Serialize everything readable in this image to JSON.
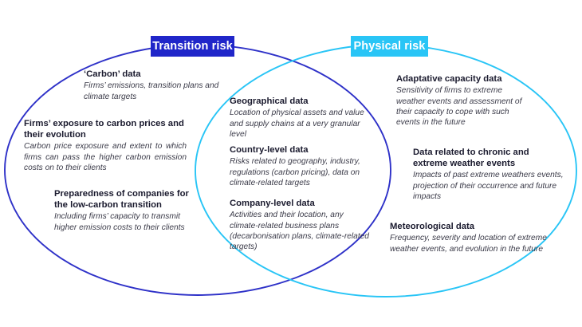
{
  "diagram": {
    "type": "venn-two-set",
    "colors": {
      "transition_stroke": "#2E31C8",
      "physical_stroke": "#29C5F6",
      "transition_label_bg": "#2026C9",
      "physical_label_bg": "#29C5F6",
      "label_text": "#FFFFFF",
      "title_text": "#1A1A2E",
      "body_text": "#3A3A48",
      "background": "#FFFFFF"
    },
    "labels": {
      "transition": "Transition risk",
      "physical": "Physical risk"
    },
    "left_set": {
      "name": "Transition risk",
      "items": [
        {
          "title": "‘Carbon’ data",
          "description": "Firms’ emissions, transition plans and climate targets"
        },
        {
          "title": "Firms’ exposure to carbon prices and their evolution",
          "description": "Carbon price exposure and extent to which firms can pass the higher carbon emission costs on to their clients"
        },
        {
          "title": "Preparedness of companies for the low-carbon transition",
          "description": "Including firms’ capacity to transmit higher emission costs to their clients"
        }
      ]
    },
    "intersection": {
      "name": "Transition risk and Physical risk",
      "items": [
        {
          "title": "Geographical data",
          "description": "Location of physical assets and value and supply chains at a very granular level"
        },
        {
          "title": "Country-level data",
          "description": "Risks related to geography, industry, regulations (carbon pricing), data on climate-related targets"
        },
        {
          "title": "Company-level data",
          "description": "Activities and their location, any climate-related business plans (decarbonisation plans, climate-related targets)"
        }
      ]
    },
    "right_set": {
      "name": "Physical risk",
      "items": [
        {
          "title": "Adaptative capacity data",
          "description": "Sensitivity of firms to extreme weather events and assessment of their capacity to cope with such events in the future"
        },
        {
          "title": "Data related to chronic and extreme weather events",
          "description": "Impacts of past extreme weathers events, projection of their occurrence and future impacts"
        },
        {
          "title": "Meteorological data",
          "description": "Frequency, severity and location of extreme weather events, and evolution in the future"
        }
      ]
    }
  }
}
